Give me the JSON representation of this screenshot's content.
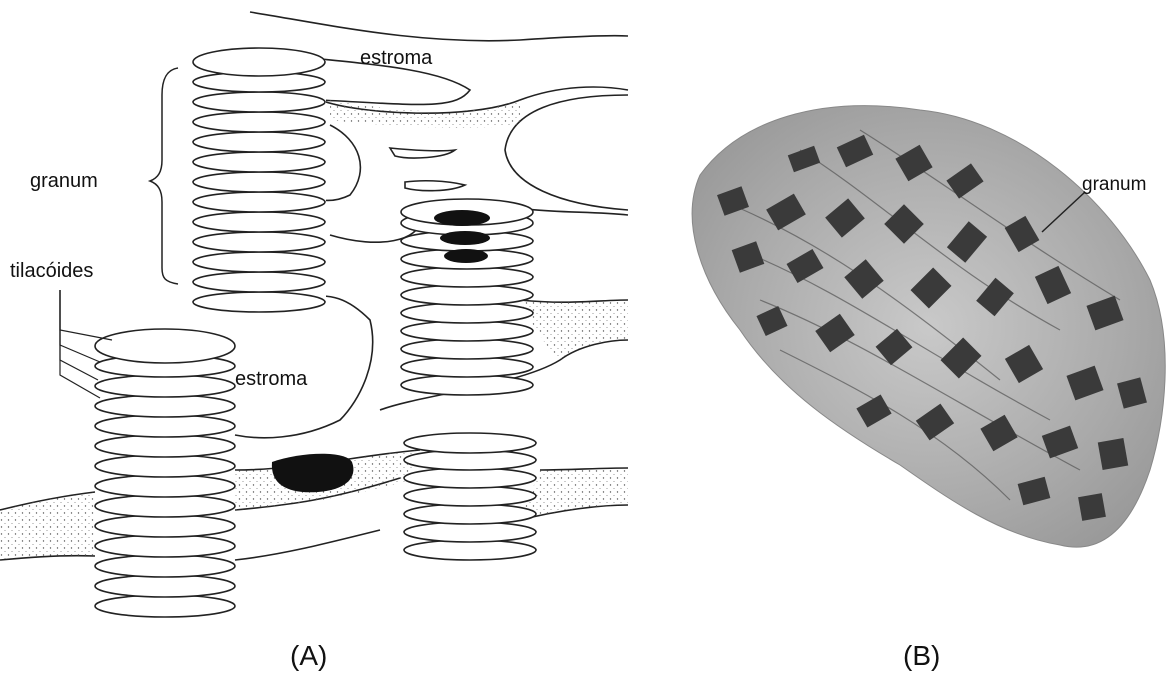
{
  "panel_a": {
    "caption": "(A)",
    "labels": {
      "estroma_top": "estroma",
      "granum": "granum",
      "tilacoides": "tilacóides",
      "estroma_mid": "estroma"
    }
  },
  "panel_b": {
    "caption": "(B)",
    "labels": {
      "granum": "granum"
    }
  }
}
